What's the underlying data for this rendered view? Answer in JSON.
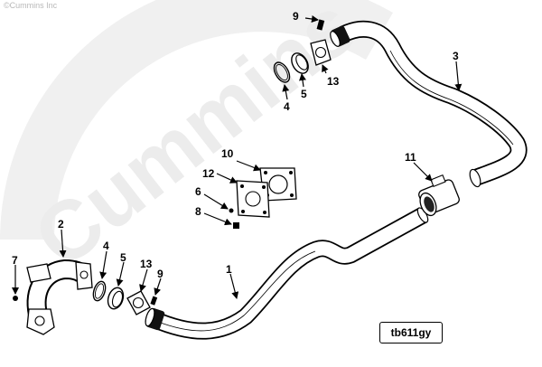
{
  "copyright": "©Cummins Inc",
  "watermark": "Cummins",
  "diagram_id": "tb611gy",
  "callouts": {
    "n1": "1",
    "n2": "2",
    "n3": "3",
    "n4_top": "4",
    "n5_top": "5",
    "n13_top": "13",
    "n9_top": "9",
    "n10": "10",
    "n11": "11",
    "n12": "12",
    "n6": "6",
    "n8": "8",
    "n7": "7",
    "n4_bottom": "4",
    "n5_bottom": "5",
    "n13_bottom": "13",
    "n9_bottom": "9"
  }
}
